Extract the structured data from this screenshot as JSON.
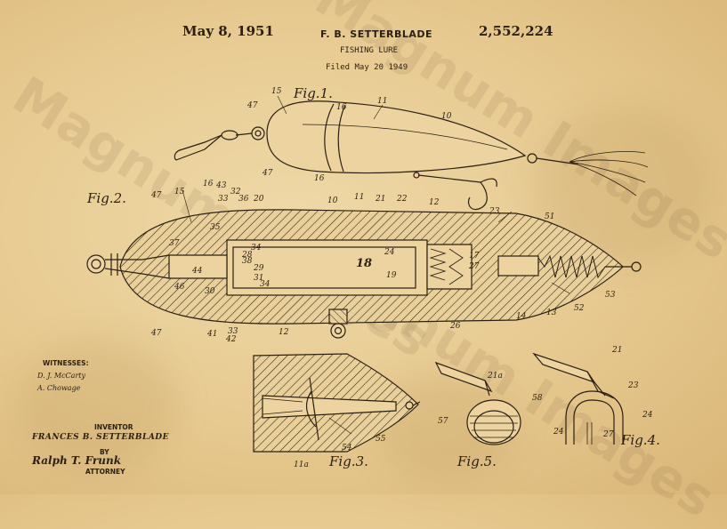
{
  "header": {
    "date": "May 8, 1951",
    "inventor_name": "F. B. SETTERBLADE",
    "patent_number": "2,552,224",
    "title": "FISHING LURE",
    "filed": "Filed May 20  1949"
  },
  "figures": {
    "fig1": "Fig.1.",
    "fig2": "Fig.2.",
    "fig3": "Fig.3.",
    "fig4": "Fig.4.",
    "fig5": "Fig.5."
  },
  "reference_numerals": {
    "fig1": [
      "15",
      "47",
      "11",
      "16",
      "10",
      "47",
      "16"
    ],
    "fig2": [
      "47",
      "15",
      "16",
      "43",
      "32",
      "33",
      "36",
      "20",
      "10",
      "11",
      "21",
      "22",
      "12",
      "23",
      "51",
      "37",
      "35",
      "34",
      "28",
      "38",
      "29",
      "44",
      "31",
      "46",
      "30",
      "18",
      "24",
      "17",
      "19",
      "27",
      "34",
      "47",
      "41",
      "33",
      "42",
      "12",
      "26",
      "14",
      "13",
      "52",
      "53"
    ],
    "fig3": [
      "54",
      "55",
      "11a"
    ],
    "fig4": [
      "21",
      "23",
      "24",
      "24",
      "27"
    ],
    "fig5": [
      "21a",
      "58",
      "57"
    ]
  },
  "witnesses": {
    "label": "WITNESSES:",
    "sig1": "D. J. McCarty",
    "sig2": "A. Chowage"
  },
  "inventor_block": {
    "label": "INVENTOR",
    "name": "FRANCES B. SETTERBLADE",
    "by": "BY",
    "attorney_sig": "Ralph T. Frunk",
    "attorney_label": "ATTORNEY"
  },
  "watermark": {
    "line1": "Magnum Images",
    "line2": "Magnum Images",
    "line3": "Magnum Images"
  },
  "colors": {
    "paper": "#e6c98f",
    "ink": "#2a1f12"
  }
}
